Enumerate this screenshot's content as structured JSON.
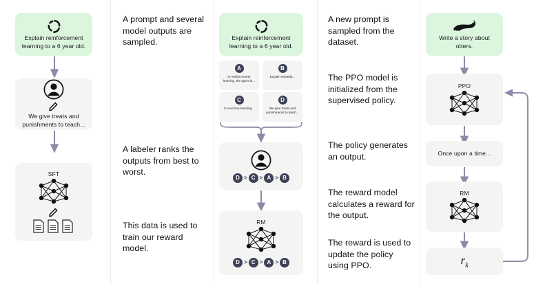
{
  "diagram": {
    "title": "RLHF three-step training diagram",
    "colors": {
      "prompt_green": "#dcf5dd",
      "node_gray": "#f4f4f3",
      "arrow": "#8b8ba7",
      "chip": "#3d4157",
      "text": "#13131a"
    }
  },
  "step1": {
    "caption": "",
    "prompt_box": {
      "icon": "refresh-circle-icon",
      "text": "Explain reinforcement learning to a 6 year old."
    },
    "labeler_box": {
      "icon": "person-circle-icon",
      "sub_icon": "pencil-icon",
      "text": "We give treats and punishments to teach..."
    },
    "sft_box": {
      "label": "SFT",
      "icon": "neural-network-icon",
      "sub_icon": "pencil-icon",
      "docs_icon": "documents-icon"
    }
  },
  "step2": {
    "captions": [
      "A prompt and several model outputs are sampled.",
      "A labeler ranks the outputs from best to worst.",
      "This data is used to train our reward model."
    ],
    "prompt_box": {
      "icon": "refresh-circle-icon",
      "text": "Explain reinforcement learning to a 6 year old."
    },
    "options": [
      {
        "letter": "A",
        "text": "In reinforcement learning, the agent is..."
      },
      {
        "letter": "B",
        "text": "Explain rewards..."
      },
      {
        "letter": "C",
        "text": "In machine learning..."
      },
      {
        "letter": "D",
        "text": "We give treats and punishments to teach..."
      }
    ],
    "ranking_box": {
      "icon": "person-circle-icon",
      "ranking": [
        "D",
        "C",
        "A",
        "B"
      ]
    },
    "rm_box": {
      "label": "RM",
      "icon": "neural-network-icon",
      "ranking": [
        "D",
        "C",
        "A",
        "B"
      ]
    }
  },
  "step3": {
    "captions": [
      "A new prompt is sampled from the dataset.",
      "The PPO model is initialized from the supervised policy.",
      "The policy generates an output.",
      "The reward model calculates a reward for the output.",
      "The reward is used to update the policy using PPO."
    ],
    "prompt_box": {
      "icon": "otter-icon",
      "text": "Write a story about otters."
    },
    "ppo_box": {
      "label": "PPO",
      "icon": "neural-network-icon"
    },
    "output_box": {
      "text": "Once upon a time..."
    },
    "rm_box": {
      "label": "RM",
      "icon": "neural-network-icon"
    },
    "reward_box": {
      "symbol": "r",
      "subscript": "k"
    }
  }
}
